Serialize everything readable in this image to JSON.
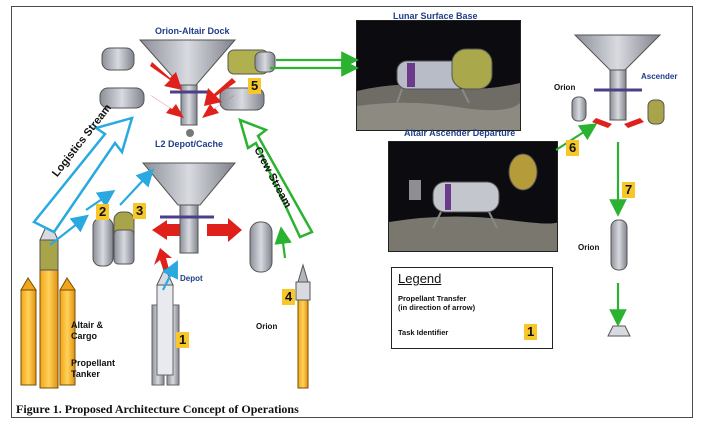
{
  "labels": {
    "orion_altair_dock": "Orion-Altair Dock",
    "lunar_surface_base": "Lunar Surface Base",
    "l2_depot_cache": "L2 Depot/Cache",
    "altair_ascender_departure": "Altair Ascender Departure",
    "orion_top": "Orion",
    "ascender": "Ascender",
    "depot": "Depot",
    "orion_launch": "Orion",
    "orion_right": "Orion",
    "altair_cargo": "Altair & Cargo",
    "propellant_tanker": "Propellant Tanker"
  },
  "streams": {
    "logistics": "Logistics Stream",
    "crew": "Crew Stream"
  },
  "tasks": [
    "1",
    "2",
    "3",
    "4",
    "5",
    "6",
    "7"
  ],
  "legend": {
    "title": "Legend",
    "propellant_transfer": "Propellant Transfer",
    "direction_note": "(in direction of arrow)",
    "task_identifier": "Task Identifier",
    "task_sample": "1"
  },
  "caption": "Figure 1. Proposed Architecture Concept of Operations",
  "colors": {
    "logistics_arrow": "#29a9e0",
    "crew_arrow": "#2bb230",
    "transfer_arrow": "#e0201b",
    "task_badge": "#f7c72a",
    "label_blue": "#1f3e8a"
  }
}
